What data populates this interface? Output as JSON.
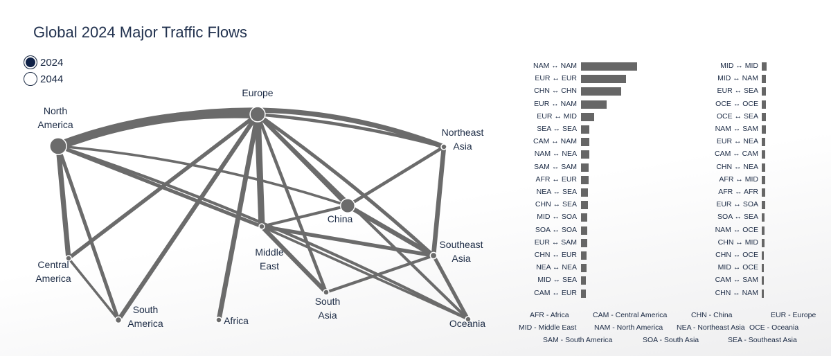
{
  "title": "Global 2024 Major Traffic Flows",
  "year_options": [
    {
      "label": "2024",
      "selected": true
    },
    {
      "label": "2044",
      "selected": false
    }
  ],
  "colors": {
    "link": "#6b6b6b",
    "bar": "#666666",
    "text": "#1b2a44",
    "radio_on": "#0f2147"
  },
  "nodes": [
    {
      "id": "NAM",
      "lines": [
        "North",
        "America"
      ]
    },
    {
      "id": "EUR",
      "lines": [
        "Europe"
      ]
    },
    {
      "id": "NEA",
      "lines": [
        "Northeast",
        "Asia"
      ]
    },
    {
      "id": "CHN",
      "lines": [
        "China"
      ]
    },
    {
      "id": "MID",
      "lines": [
        "Middle",
        "East"
      ]
    },
    {
      "id": "SEA",
      "lines": [
        "Southeast",
        "Asia"
      ]
    },
    {
      "id": "CAM",
      "lines": [
        "Central",
        "America"
      ]
    },
    {
      "id": "SAM",
      "lines": [
        "South",
        "America"
      ]
    },
    {
      "id": "AFR",
      "lines": [
        "Africa"
      ]
    },
    {
      "id": "SOA",
      "lines": [
        "South",
        "Asia"
      ]
    },
    {
      "id": "OCE",
      "lines": [
        "Oceania"
      ]
    }
  ],
  "chart_data": {
    "type": "bar",
    "orientation": "horizontal",
    "columns": [
      {
        "categories": [
          "NAM ↔ NAM",
          "EUR ↔ EUR",
          "CHN ↔ CHN",
          "EUR ↔ NAM",
          "EUR ↔ MID",
          "SEA ↔ SEA",
          "CAM ↔ NAM",
          "NAM ↔ NEA",
          "SAM ↔ SAM",
          "AFR ↔ EUR",
          "NEA ↔ SEA",
          "CHN ↔ SEA",
          "MID ↔ SOA",
          "SOA ↔ SOA",
          "EUR ↔ SAM",
          "CHN ↔ EUR",
          "NEA ↔ NEA",
          "MID ↔ SEA",
          "CAM ↔ EUR"
        ],
        "values": [
          81,
          65,
          58,
          37,
          19,
          12,
          12,
          12,
          11,
          11,
          10,
          10,
          9,
          9,
          9,
          8,
          8,
          7,
          7
        ]
      },
      {
        "categories": [
          "MID ↔ MID",
          "MID ↔ NAM",
          "EUR ↔ SEA",
          "OCE ↔ OCE",
          "OCE ↔ SEA",
          "NAM ↔ SAM",
          "EUR ↔ NEA",
          "CAM ↔ CAM",
          "CHN ↔ NEA",
          "AFR ↔ MID",
          "AFR ↔ AFR",
          "EUR ↔ SOA",
          "SOA ↔ SEA",
          "NAM ↔ OCE",
          "CHN ↔ MID",
          "CHN ↔ OCE",
          "MID ↔ OCE",
          "CAM ↔ SAM",
          "CHN ↔ NAM"
        ],
        "values": [
          7,
          6,
          6,
          6,
          6,
          6,
          5,
          5,
          5,
          5,
          5,
          5,
          4,
          4,
          4,
          3,
          3,
          3,
          3
        ]
      }
    ],
    "links": [
      {
        "source": "NAM",
        "target": "EUR",
        "value": 37
      },
      {
        "source": "EUR",
        "target": "MID",
        "value": 19
      },
      {
        "source": "NAM",
        "target": "NEA",
        "value": 12
      },
      {
        "source": "CAM",
        "target": "NAM",
        "value": 12
      },
      {
        "source": "AFR",
        "target": "EUR",
        "value": 11
      },
      {
        "source": "NEA",
        "target": "SEA",
        "value": 10
      },
      {
        "source": "CHN",
        "target": "SEA",
        "value": 10
      },
      {
        "source": "MID",
        "target": "SOA",
        "value": 9
      },
      {
        "source": "EUR",
        "target": "SAM",
        "value": 9
      },
      {
        "source": "CHN",
        "target": "EUR",
        "value": 8
      },
      {
        "source": "MID",
        "target": "SEA",
        "value": 7
      },
      {
        "source": "CAM",
        "target": "EUR",
        "value": 7
      },
      {
        "source": "MID",
        "target": "NAM",
        "value": 6
      },
      {
        "source": "EUR",
        "target": "SEA",
        "value": 6
      },
      {
        "source": "OCE",
        "target": "SEA",
        "value": 6
      },
      {
        "source": "NAM",
        "target": "SAM",
        "value": 6
      },
      {
        "source": "EUR",
        "target": "NEA",
        "value": 5
      },
      {
        "source": "CHN",
        "target": "NEA",
        "value": 5
      },
      {
        "source": "EUR",
        "target": "SOA",
        "value": 5
      },
      {
        "source": "SOA",
        "target": "SEA",
        "value": 4
      },
      {
        "source": "NAM",
        "target": "OCE",
        "value": 4
      },
      {
        "source": "CHN",
        "target": "MID",
        "value": 4
      },
      {
        "source": "MID",
        "target": "OCE",
        "value": 3
      },
      {
        "source": "EUR",
        "target": "OCE",
        "value": 4
      },
      {
        "source": "CAM",
        "target": "SAM",
        "value": 3
      },
      {
        "source": "CHN",
        "target": "NAM",
        "value": 3
      }
    ],
    "self_flows": {
      "NAM": 81,
      "EUR": 65,
      "CHN": 58,
      "SEA": 12,
      "SAM": 11,
      "SOA": 9,
      "NEA": 8,
      "MID": 7,
      "OCE": 6,
      "CAM": 5,
      "AFR": 5
    }
  },
  "abbreviations": [
    "AFR - Africa",
    "CAM - Central America",
    "CHN - China",
    "EUR - Europe",
    "MID - Middle East",
    "NAM - North America",
    "NEA - Northeast Asia",
    "OCE - Oceania",
    "SAM - South America",
    "SOA - South Asia",
    "SEA - Southeast Asia"
  ]
}
